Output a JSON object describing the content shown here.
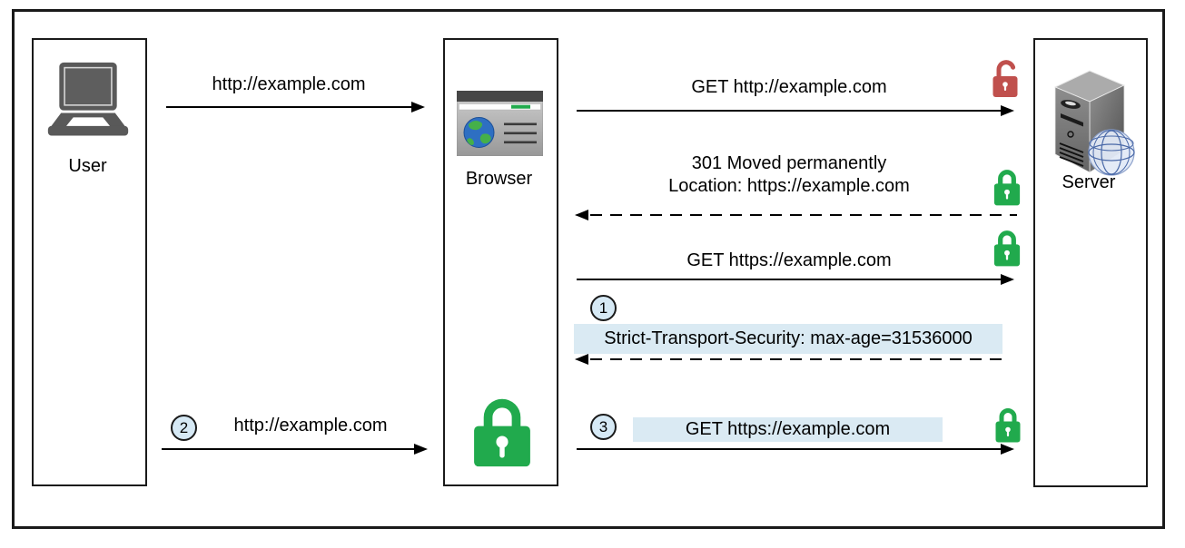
{
  "colors": {
    "secure_green": "#21AA4D",
    "insecure_red": "#C0504D",
    "highlight_blue": "#DAEAF3",
    "badge_blue": "#D6E9F5"
  },
  "actors": {
    "user": {
      "label": "User"
    },
    "browser": {
      "label": "Browser"
    },
    "server": {
      "label": "Server"
    }
  },
  "messages": {
    "m1": {
      "text": "http://example.com"
    },
    "m2": {
      "text": "GET http://example.com"
    },
    "m3": {
      "line1": "301 Moved permanently",
      "line2": "Location: https://example.com"
    },
    "m4": {
      "text": "GET https://example.com"
    },
    "m5": {
      "text": "Strict-Transport-Security: max-age=31536000"
    },
    "m6": {
      "text": "http://example.com"
    },
    "m7": {
      "text": "GET https://example.com"
    }
  },
  "steps": {
    "s1": "1",
    "s2": "2",
    "s3": "3"
  }
}
